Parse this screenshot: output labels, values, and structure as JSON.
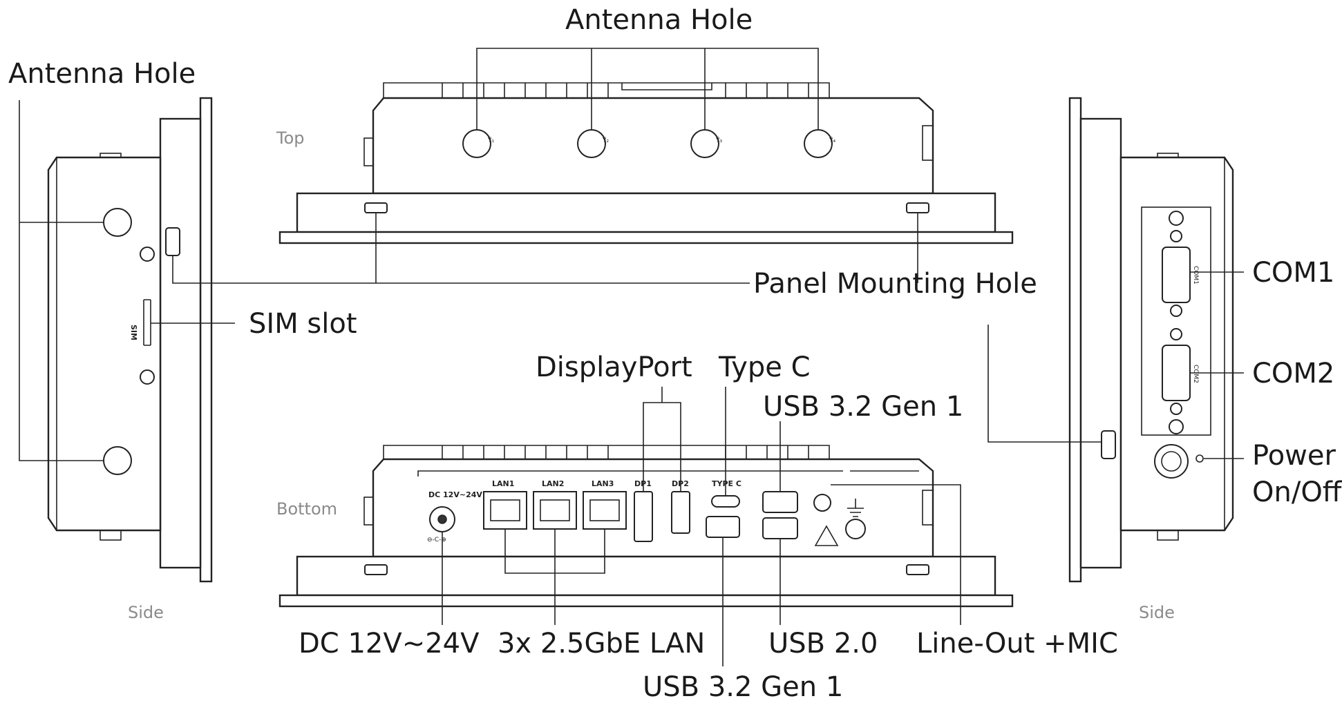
{
  "views": {
    "top": "Top",
    "bottom": "Bottom",
    "side_left": "Side",
    "side_right": "Side"
  },
  "callouts": {
    "antenna_hole_top": "Antenna Hole",
    "antenna_hole_left": "Antenna Hole",
    "panel_mounting_hole": "Panel Mounting Hole",
    "sim_slot": "SIM slot",
    "com1": "COM1",
    "com2": "COM2",
    "power_on_off_line1": "Power",
    "power_on_off_line2": "On/Off",
    "displayport": "DisplayPort",
    "type_c": "Type C",
    "usb32_gen1_top": "USB 3.2 Gen 1",
    "usb32_gen1_bottom": "USB 3.2 Gen 1",
    "dc_in": "DC 12V~24V",
    "lan": "3x 2.5GbE LAN",
    "usb20": "USB 2.0",
    "line_out_mic": "Line-Out +MIC"
  },
  "port_labels": {
    "dc": "DC 12V~24V",
    "lan1": "LAN1",
    "lan2": "LAN2",
    "lan3": "LAN3",
    "dp1": "DP1",
    "dp2": "DP2",
    "typec": "TYPE C",
    "com1": "COM1",
    "com2": "COM2",
    "sim": "SIM"
  }
}
